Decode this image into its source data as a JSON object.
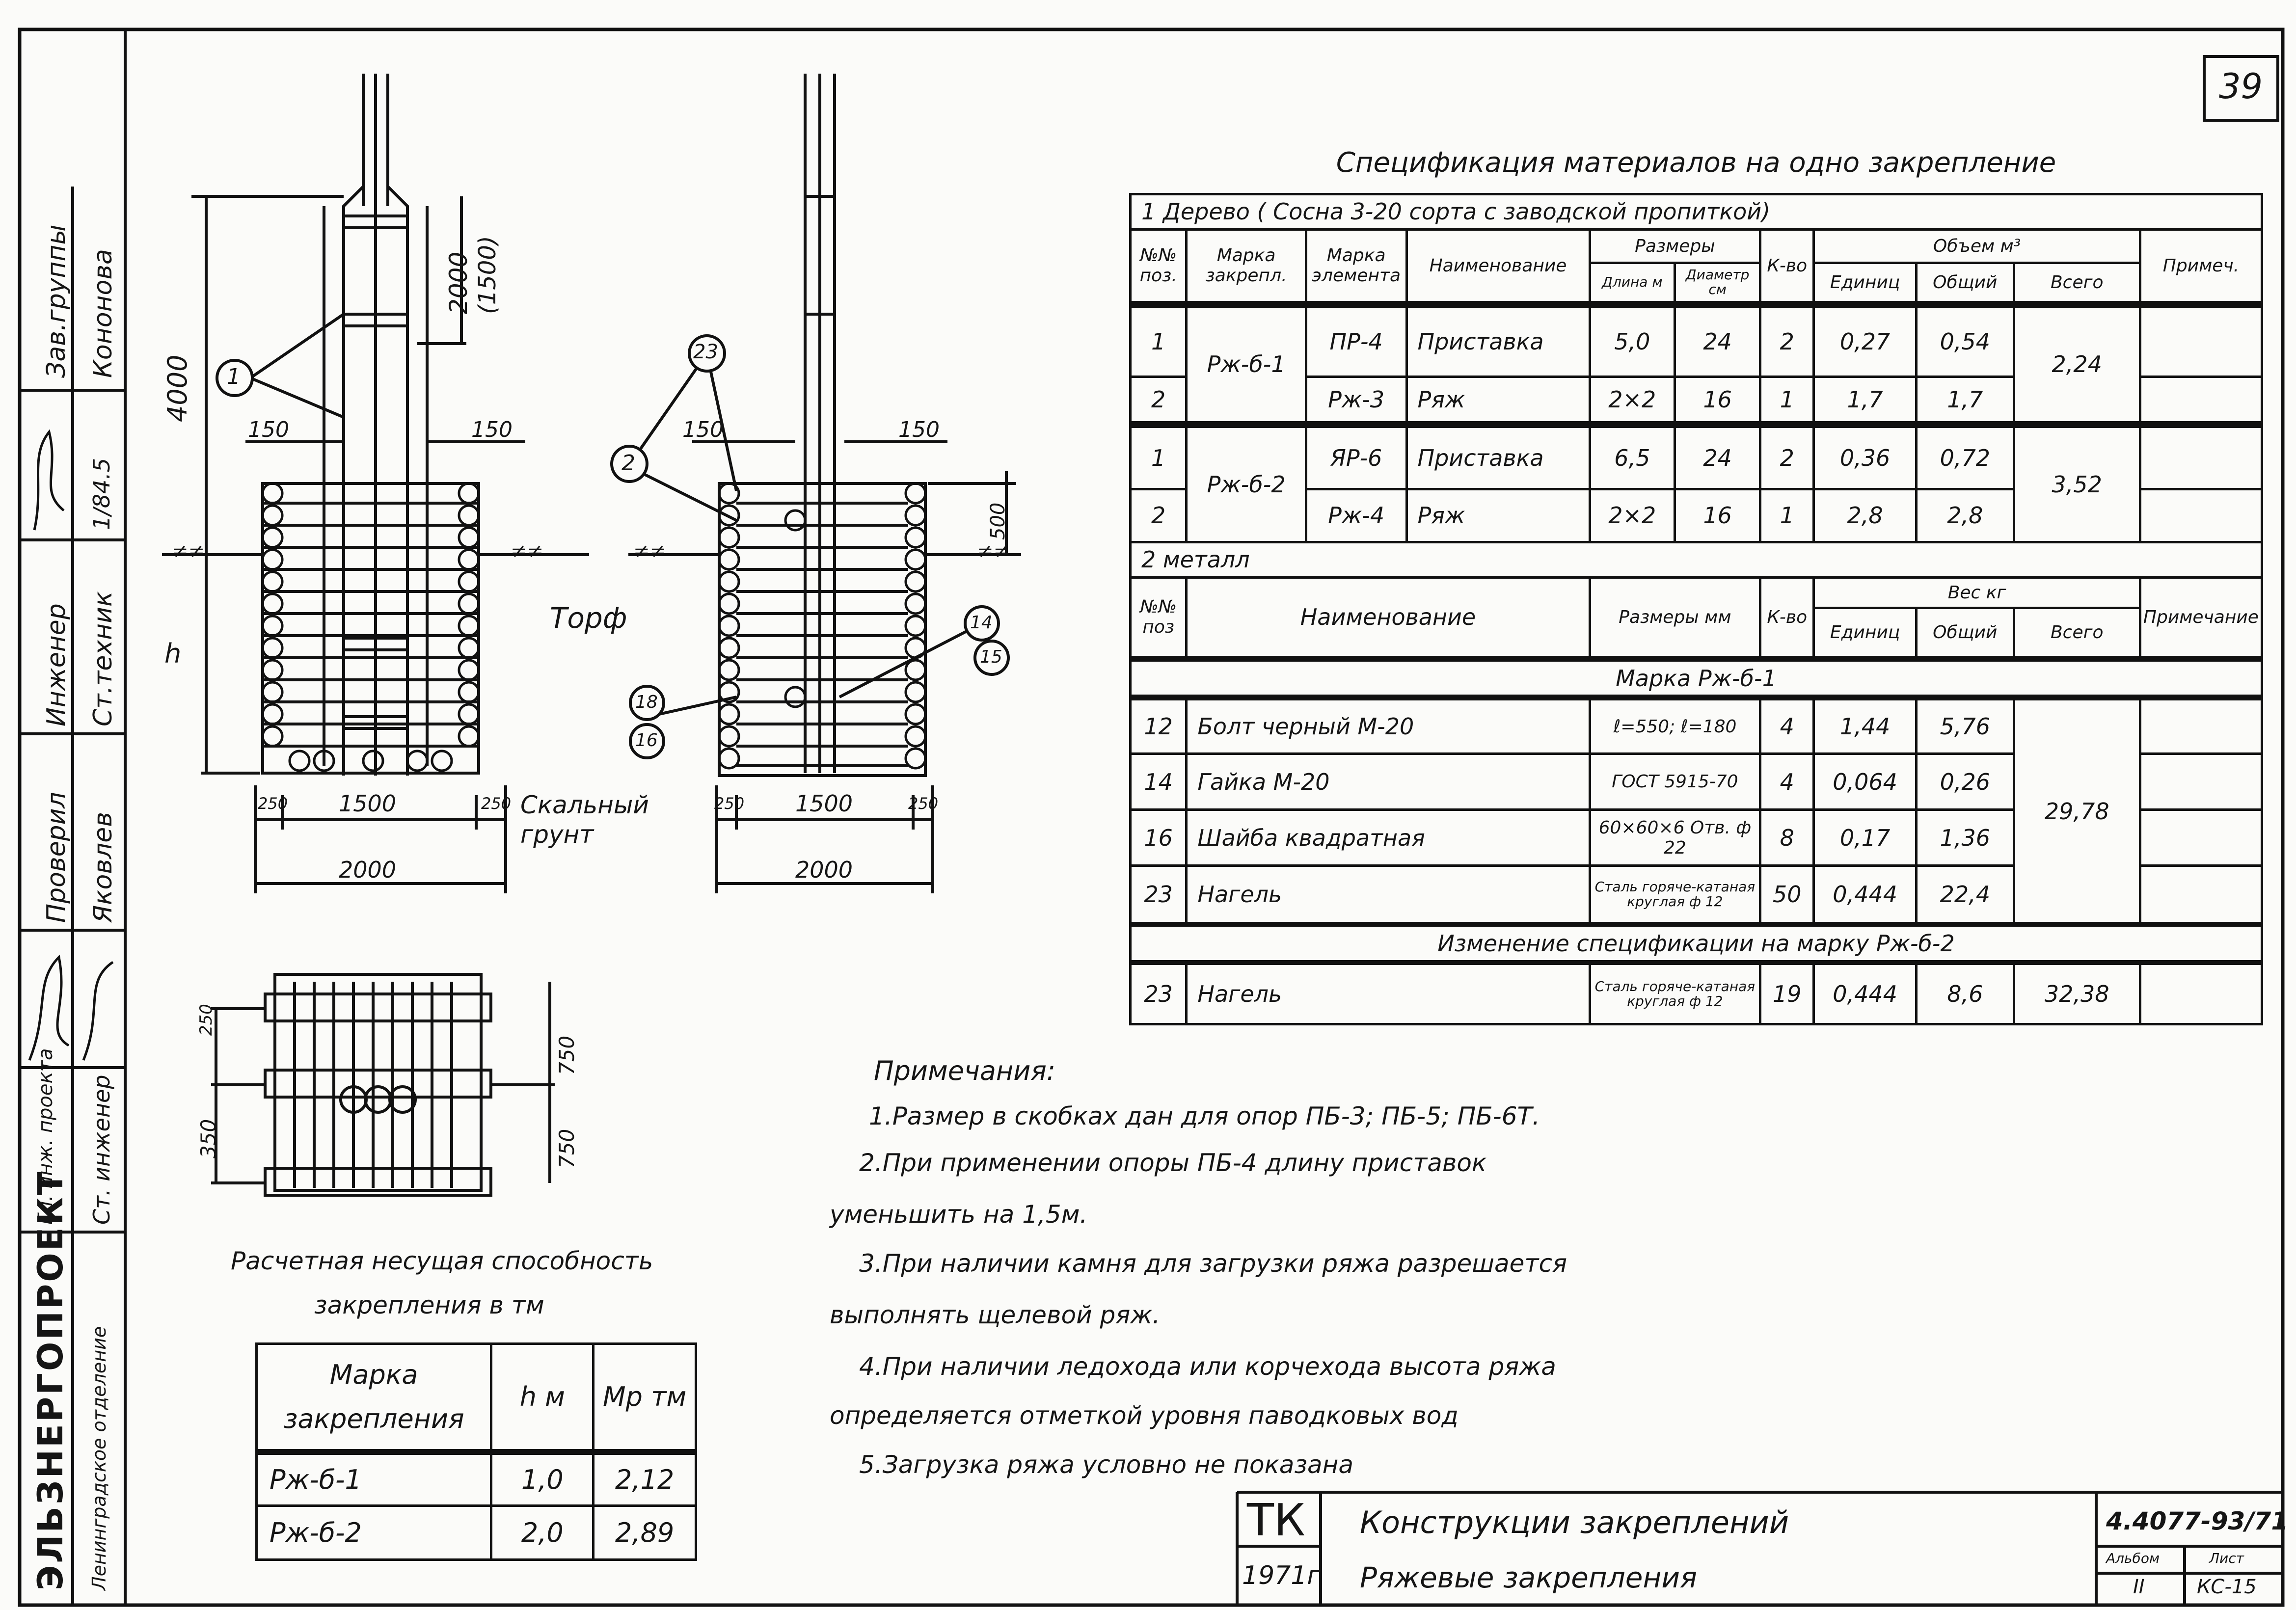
{
  "page_number": "39",
  "stamp": {
    "org": "ЭЛЬЗНЕРГОПРОЕКТ",
    "dept": "Ленинградское отделение",
    "rows": [
      {
        "role": "Зав.группы",
        "name": "Кононова"
      },
      {
        "role": "",
        "name": "1/84.5"
      },
      {
        "role": "Инженер",
        "name": "Ст.техник"
      },
      {
        "role": "Проверил",
        "name": "Яковлев"
      },
      {
        "role": "Гл. инж. проекта",
        "name": "Ст. инженер"
      }
    ]
  },
  "drawing": {
    "dims": {
      "h4000": "4000",
      "h2000": "2000",
      "h1500": "(1500)",
      "h500": "500",
      "h": "h",
      "w150a": "150",
      "w150b": "150",
      "w150c": "150",
      "w150d": "150",
      "w1500a": "1500",
      "w1500b": "1500",
      "w250a": "250",
      "w250b": "250",
      "w250c": "250",
      "w250d": "250",
      "w2000a": "2000",
      "w2000b": "2000",
      "p750a": "750",
      "p750b": "750",
      "p250": "250",
      "p350": "350"
    },
    "callouts": [
      "1",
      "23",
      "2",
      "14",
      "15",
      "18",
      "16"
    ],
    "labels": {
      "peat": "Торф",
      "rock": "Скальный грунт"
    }
  },
  "spec": {
    "title": "Спецификация материалов на одно закрепление",
    "wood_header": "1 Дерево ( Сосна 3-20 сорта с заводской пропиткой)",
    "cols": {
      "pos": "№№ поз.",
      "mark": "Марка закрепл.",
      "elem": "Марка элемента",
      "name": "Наименование",
      "sizes": "Размеры",
      "len": "Длина м",
      "dia": "Диаметр см",
      "qty": "К-во",
      "volume": "Объем м³",
      "unit": "Единиц",
      "total": "Общий",
      "all": "Всего",
      "note": "Примеч."
    },
    "wood_rows": [
      {
        "pos": "1",
        "elem": "ПР-4",
        "name": "Приставка",
        "len": "5,0",
        "dia": "24",
        "qty": "2",
        "unit": "0,27",
        "total": "0,54"
      },
      {
        "pos": "2",
        "elem": "Рж-3",
        "name": "Ряж",
        "len": "2×2",
        "dia": "16",
        "qty": "1",
        "unit": "1,7",
        "total": "1,7"
      },
      {
        "pos": "1",
        "elem": "ЯР-6",
        "name": "Приставка",
        "len": "6,5",
        "dia": "24",
        "qty": "2",
        "unit": "0,36",
        "total": "0,72"
      },
      {
        "pos": "2",
        "elem": "Рж-4",
        "name": "Ряж",
        "len": "2×2",
        "dia": "16",
        "qty": "1",
        "unit": "2,8",
        "total": "2,8"
      }
    ],
    "wood_groups": [
      {
        "mark": "Рж-б-1",
        "all": "2,24"
      },
      {
        "mark": "Рж-б-2",
        "all": "3,52"
      }
    ],
    "metal_header": "2 металл",
    "metal_cols": {
      "pos": "№№ поз",
      "name": "Наименование",
      "sizes": "Размеры мм",
      "qty": "К-во",
      "weight": "Вес кг",
      "unit": "Единиц",
      "total": "Общий",
      "all": "Всего",
      "note": "Примечание"
    },
    "metal_mark": "Марка Рж-б-1",
    "metal_rows": [
      {
        "pos": "12",
        "name": "Болт черный М-20",
        "size": "ℓ=550; ℓ=180",
        "qty": "4",
        "unit": "1,44",
        "total": "5,76"
      },
      {
        "pos": "14",
        "name": "Гайка М-20",
        "size": "ГОСТ 5915-70",
        "qty": "4",
        "unit": "0,064",
        "total": "0,26"
      },
      {
        "pos": "16",
        "name": "Шайба квадратная",
        "size": "60×60×6 Отв. ф 22",
        "qty": "8",
        "unit": "0,17",
        "total": "1,36"
      },
      {
        "pos": "23",
        "name": "Нагель",
        "size": "Сталь горяче-катаная круглая ф 12",
        "qty": "50",
        "unit": "0,444",
        "total": "22,4"
      }
    ],
    "metal_all": "29,78",
    "change_header": "Изменение спецификации на марку Рж-б-2",
    "change_row": {
      "pos": "23",
      "name": "Нагель",
      "size": "Сталь горяче-катаная круглая ф 12",
      "qty": "19",
      "unit": "0,444",
      "total": "8,6",
      "all": "32,38"
    }
  },
  "capacity": {
    "title_line1": "Расчетная несущая способность",
    "title_line2": "закрепления в тм",
    "head_mark": "Марка закрепления",
    "head_h": "h м",
    "head_mp": "Мр тм",
    "rows": [
      {
        "mark": "Рж-б-1",
        "h": "1,0",
        "mp": "2,12"
      },
      {
        "mark": "Рж-б-2",
        "h": "2,0",
        "mp": "2,89"
      }
    ]
  },
  "notes": {
    "title": "Примечания:",
    "lines": [
      "1.Размер в скобках дан для опор ПБ-3; ПБ-5; ПБ-6Т.",
      "2.При применении опоры ПБ-4 длину приставок",
      "уменьшить на 1,5м.",
      "3.При наличии камня для загрузки ряжа разрешается",
      "выполнять щелевой ряж.",
      "4.При наличии ледохода или корчехода высота ряжа",
      "определяется отметкой уровня паводковых вод",
      "5.Загрузка ряжа условно не показана"
    ]
  },
  "title_block": {
    "logo": "ТК",
    "year": "1971г",
    "line1": "Конструкции закреплений",
    "line2": "Ряжевые закрепления",
    "code": "4.4077-93/71",
    "album_label": "Альбом",
    "album": "II",
    "sheet_label": "Лист",
    "sheet": "КС-15"
  }
}
